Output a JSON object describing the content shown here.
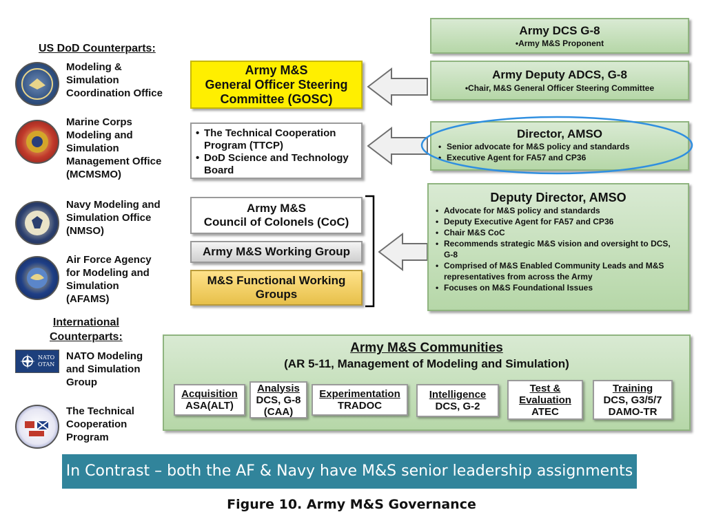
{
  "us_header": "US DoD Counterparts:",
  "us_orgs": [
    {
      "lines": [
        "Modeling &",
        "Simulation",
        "Coordination Office"
      ],
      "icon": "dod-seal-icon"
    },
    {
      "lines": [
        "Marine Corps",
        "Modeling and",
        "Simulation",
        "Management Office",
        "(MCMSMO)"
      ],
      "icon": "marine-corps-seal-icon"
    },
    {
      "lines": [
        "Navy Modeling and",
        "Simulation Office",
        "(NMSO)"
      ],
      "icon": "navy-seal-icon"
    },
    {
      "lines": [
        "Air Force Agency",
        "for Modeling and",
        "Simulation",
        "(AFAMS)"
      ],
      "icon": "air-force-seal-icon"
    }
  ],
  "intl_header": [
    "International",
    "Counterparts:"
  ],
  "intl_orgs": [
    {
      "lines": [
        "NATO Modeling",
        "and Simulation",
        "Group"
      ],
      "icon": "nato-flag-icon",
      "flag_lines": [
        "NATO",
        "OTAN"
      ]
    },
    {
      "lines": [
        "The Technical",
        "Cooperation",
        "Program"
      ],
      "icon": "ttcp-seal-icon"
    }
  ],
  "gosc": {
    "lines": [
      "Army M&S",
      "General Officer Steering",
      "Committee (GOSC)"
    ]
  },
  "ttcp_box": {
    "items": [
      "The Technical Cooperation Program (TTCP)",
      "DoD Science and Technology Board"
    ]
  },
  "coc": {
    "lines": [
      "Army M&S",
      "Council of Colonels (CoC)"
    ]
  },
  "working_group": "Army M&S Working Group",
  "functional_groups": {
    "lines": [
      "M&S Functional Working",
      "Groups"
    ]
  },
  "dcs_g8": {
    "title": "Army DCS G-8",
    "sub": "•Army M&S Proponent"
  },
  "deputy_adcs": {
    "title": "Army Deputy ADCS, G-8",
    "sub": "•Chair, M&S General Officer Steering Committee"
  },
  "director": {
    "title": "Director, AMSO",
    "bullets": [
      "Senior advocate for M&S policy and standards",
      "Executive Agent for FA57 and CP36"
    ]
  },
  "deputy_director": {
    "title": "Deputy Director, AMSO",
    "bullets": [
      "Advocate for M&S policy and standards",
      "Deputy Executive Agent for FA57 and CP36",
      "Chair M&S CoC",
      "Recommends strategic M&S vision and oversight to DCS, G-8",
      "Comprised of M&S Enabled  Community Leads and M&S representatives from across the Army",
      "Focuses on M&S Foundational Issues"
    ]
  },
  "communities": {
    "title": "Army M&S Communities",
    "subtitle": "(AR 5-11, Management of Modeling and Simulation)",
    "items": [
      {
        "lines": [
          "Acquisition",
          "ASA(ALT)"
        ]
      },
      {
        "lines": [
          "Analysis",
          "DCS, G-8",
          "(CAA)"
        ]
      },
      {
        "lines": [
          "Experimentation",
          "TRADOC"
        ]
      },
      {
        "lines": [
          "Intelligence",
          "DCS, G-2"
        ]
      },
      {
        "lines": [
          "Test &",
          "Evaluation",
          "ATEC"
        ]
      },
      {
        "lines": [
          "Training",
          "DCS, G3/5/7",
          "DAMO-TR"
        ]
      }
    ]
  },
  "banner": "In Contrast – both the AF & Navy have M&S senior leadership assignments",
  "caption": "Figure 10. Army M&S Governance",
  "colors": {
    "green": "#b6d7a8",
    "yellow": "#ffef00",
    "gold": "#e7c04a",
    "banner": "#31849b",
    "highlight": "#2f8fe0"
  }
}
